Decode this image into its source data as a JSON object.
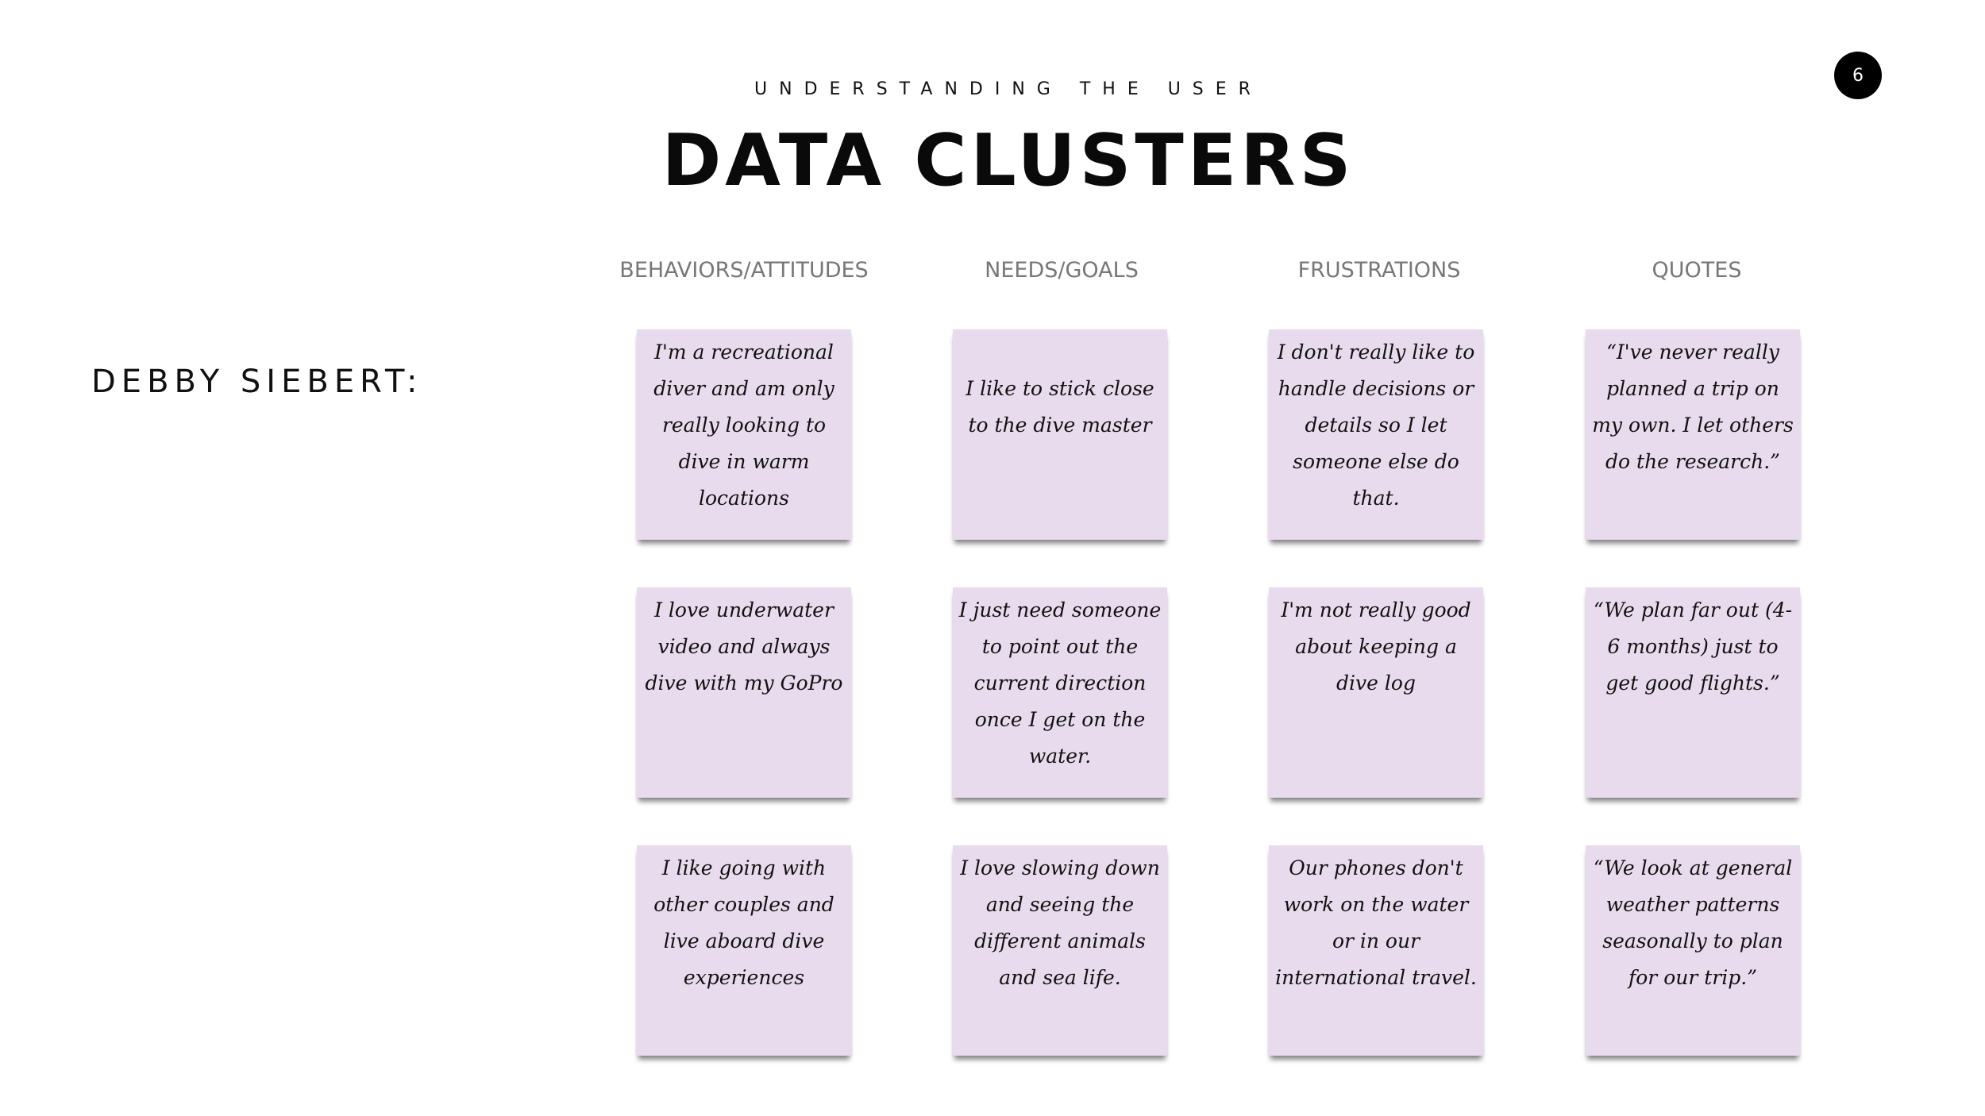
{
  "header": {
    "subtitle": "UNDERSTANDING THE USER",
    "title": "DATA CLUSTERS",
    "page_number": "6"
  },
  "person": {
    "name": "DEBBY SIEBERT:"
  },
  "columns": [
    {
      "header": "BEHAVIORS/ATTITUDES",
      "notes": [
        "I'm a recreational diver and am only really looking to dive in warm locations",
        "I love underwater video and always dive with my GoPro",
        "I like going with other couples and live aboard dive experiences"
      ]
    },
    {
      "header": "NEEDS/GOALS",
      "notes": [
        "I like to stick close to the dive master",
        "I just need someone to point out the current direction once I get on the water.",
        "I love slowing down and seeing the different animals and sea life."
      ]
    },
    {
      "header": "FRUSTRATIONS",
      "notes": [
        "I don't really like to handle decisions or details so I let someone else do that.",
        "I'm not really good about keeping a dive log",
        "Our phones don't work on the water or in our international travel."
      ]
    },
    {
      "header": "QUOTES",
      "notes": [
        "“I've never really planned a trip on my own. I let others do the research.”",
        "“We plan far out (4-6 months) just to get good flights.”",
        "“We look at general weather patterns seasonally to plan for our trip.”"
      ]
    }
  ],
  "colors": {
    "note_background": "#e8dbed",
    "column_header": "#777777",
    "badge": "#000000"
  }
}
